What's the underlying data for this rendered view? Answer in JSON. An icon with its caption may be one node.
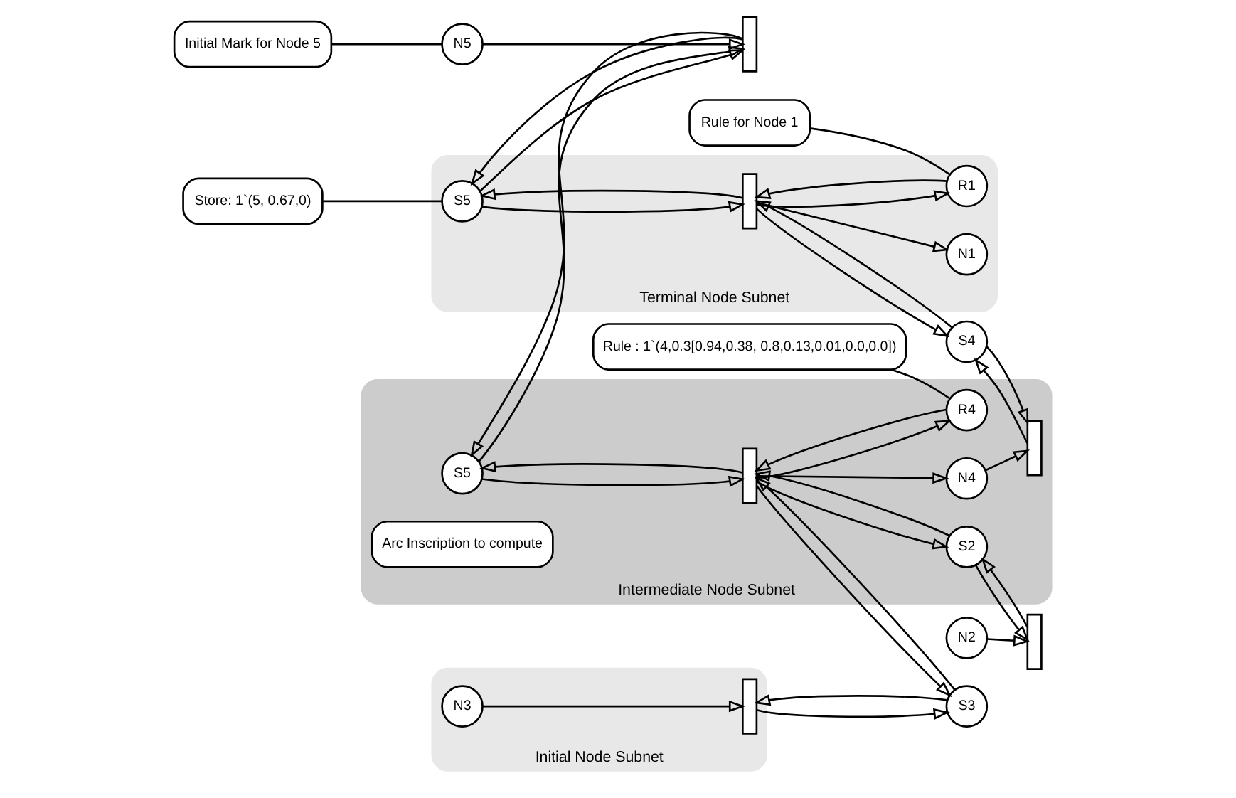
{
  "diagram": {
    "nodes": [
      {
        "text": [
          "Initial Mark for Node 5"
        ]
      },
      {
        "text": [
          "Store: 1`(5, 0.67,0)"
        ]
      },
      {
        "text": [
          "Terminal Node Subnet"
        ]
      },
      {
        "text": [
          "N5"
        ]
      },
      {
        "text": [],
        "shape": "bar"
      },
      {
        "text": [
          "S5"
        ],
        "in": 2
      },
      {
        "text": [],
        "shape": "bar",
        "in": 2
      },
      {
        "text": [
          "N1"
        ],
        "in": 2
      },
      {
        "text": [
          "S4"
        ]
      },
      {
        "text": [
          "R1"
        ],
        "in": 2
      },
      {
        "text": [
          "Intermediate Node Subnet"
        ]
      },
      {
        "text": [
          "S5"
        ],
        "in": 10
      },
      {
        "text": [
          "Rule for Node 1"
        ]
      },
      {
        "text": [
          "N2"
        ]
      },
      {
        "text": [],
        "shape": "bar"
      },
      {
        "text": [
          "S2"
        ],
        "in": 10
      },
      {
        "text": [
          "Arc Inscription to compute"
        ],
        "in": 10
      },
      {
        "text": [],
        "shape": "bar",
        "in": 10
      },
      {
        "text": [
          "N4"
        ],
        "in": 10
      },
      {
        "text": [],
        "shape": "bar",
        "in": 10
      },
      {
        "text": [
          "Initial Node Subnet"
        ]
      },
      {
        "text": [
          "S3"
        ]
      },
      {
        "text": [
          "R4"
        ],
        "in": 10
      },
      {
        "text": [
          "Rule : 1`(4,0.3[0.94,0.38, 0.8,0.13,0.01,0.0,0.0])"
        ]
      },
      {
        "text": [
          "N3"
        ],
        "in": 20
      },
      {
        "text": [],
        "shape": "bar",
        "in": 20
      }
    ],
    "edges": [
      {
        "from": 0,
        "to": 3,
        "arrow": "none"
      },
      {
        "from": 1,
        "to": 5,
        "arrow": "none"
      },
      {
        "from": 3,
        "to": 4,
        "arrow": "to"
      },
      {
        "from": 5,
        "to": 4,
        "arrow": "to"
      },
      {
        "from": 4,
        "to": 5,
        "arrow": "to"
      },
      {
        "from": 4,
        "to": 11,
        "arrow": "to"
      },
      {
        "from": 11,
        "to": 4,
        "arrow": "to"
      },
      {
        "from": 6,
        "to": 5,
        "arrow": "to"
      },
      {
        "from": 5,
        "to": 6,
        "arrow": "to"
      },
      {
        "from": 6,
        "to": 7,
        "arrow": "to"
      },
      {
        "from": 6,
        "to": 8,
        "arrow": "to"
      },
      {
        "from": 8,
        "to": 6,
        "arrow": "to"
      },
      {
        "from": 6,
        "to": 9,
        "arrow": "to"
      },
      {
        "from": 9,
        "to": 6,
        "arrow": "to"
      },
      {
        "from": 12,
        "to": 9,
        "arrow": "none"
      },
      {
        "from": 17,
        "to": 11,
        "arrow": "to"
      },
      {
        "from": 11,
        "to": 17,
        "arrow": "to"
      },
      {
        "from": 13,
        "to": 14,
        "arrow": "to"
      },
      {
        "from": 15,
        "to": 14,
        "arrow": "to"
      },
      {
        "from": 14,
        "to": 15,
        "arrow": "to"
      },
      {
        "from": 17,
        "to": 15,
        "arrow": "to"
      },
      {
        "from": 15,
        "to": 17,
        "arrow": "to"
      },
      {
        "from": 17,
        "to": 18,
        "arrow": "to"
      },
      {
        "from": 18,
        "to": 19,
        "arrow": "to"
      },
      {
        "from": 19,
        "to": 8,
        "arrow": "to"
      },
      {
        "from": 8,
        "to": 19,
        "arrow": "to"
      },
      {
        "from": 17,
        "to": 21,
        "arrow": "to"
      },
      {
        "from": 21,
        "to": 17,
        "arrow": "to"
      },
      {
        "from": 17,
        "to": 22,
        "arrow": "to"
      },
      {
        "from": 22,
        "to": 17,
        "arrow": "to"
      },
      {
        "from": 23,
        "to": 22,
        "arrow": "none"
      },
      {
        "from": 24,
        "to": 25,
        "arrow": "to"
      },
      {
        "from": 21,
        "to": 25,
        "arrow": "to"
      },
      {
        "from": 25,
        "to": 21,
        "arrow": "to"
      }
    ]
  }
}
